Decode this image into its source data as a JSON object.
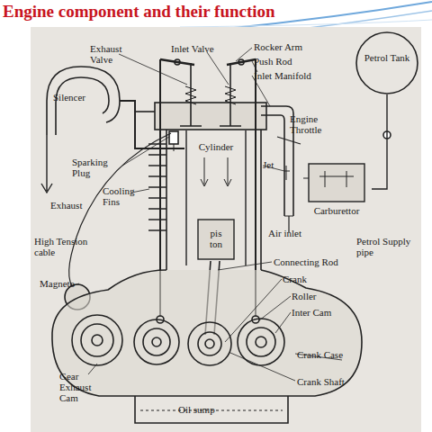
{
  "diagram": {
    "title": "Engine component and their function",
    "nodes": [
      {
        "text": [
          "Petrol Tank"
        ]
      },
      {
        "text": [
          "Silencer"
        ]
      },
      {
        "text": [
          "Cylinder"
        ]
      },
      {
        "text": [
          "Carburettor"
        ]
      },
      {
        "text": [
          "pis ton"
        ],
        "in": 2
      }
    ],
    "edges": [
      {
        "from": 0,
        "to": 3,
        "arrow": "none"
      },
      {
        "from": 2,
        "to": 1,
        "arrow": "none"
      }
    ],
    "labels": [
      "Exhaust Valve",
      "Inlet Valve",
      "Rocker Arm",
      "Push Rod",
      "Inlet Manifold",
      "Engine Throttle",
      "Sparking Plug",
      "Cooling Fins",
      "Jet",
      "Exhaust",
      "High Tension cable",
      "Air inlet",
      "Petrol Supply pipe",
      "Connecting Rod",
      "Magneto",
      "Crank",
      "Roller",
      "Inter Cam",
      "Crank Case",
      "Gear Exhaust Cam",
      "Crank Shaft",
      "Oil sump"
    ]
  }
}
